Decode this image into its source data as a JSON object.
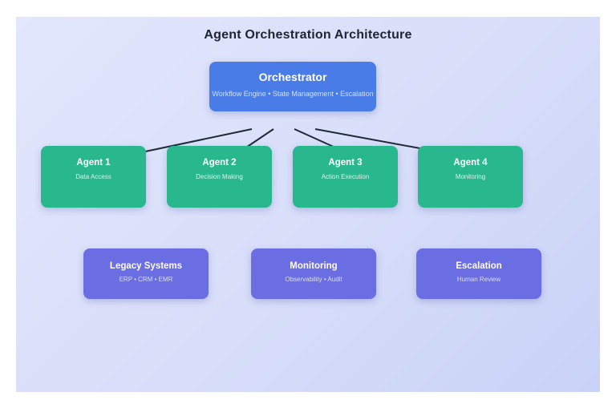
{
  "title": "Agent Orchestration Architecture",
  "orchestrator": {
    "title": "Orchestrator",
    "subtitle": "Workflow Engine • State Management • Escalation"
  },
  "agents": [
    {
      "title": "Agent 1",
      "subtitle": "Data Access"
    },
    {
      "title": "Agent 2",
      "subtitle": "Decision Making"
    },
    {
      "title": "Agent 3",
      "subtitle": "Action Execution"
    },
    {
      "title": "Agent 4",
      "subtitle": "Monitoring"
    }
  ],
  "systems": [
    {
      "title": "Legacy Systems",
      "subtitle": "ERP • CRM • EMR"
    },
    {
      "title": "Monitoring",
      "subtitle": "Observability • Audit"
    },
    {
      "title": "Escalation",
      "subtitle": "Human Review"
    }
  ],
  "colors": {
    "orchestrator_fill": "#4a7ce8",
    "agent_fill": "#29b88d",
    "system_fill": "#6b6de3",
    "background_light": "#e2e7fd",
    "background_dark": "#c9d2f8",
    "arrow": "#1f2a37",
    "title_text": "#1d2533"
  }
}
